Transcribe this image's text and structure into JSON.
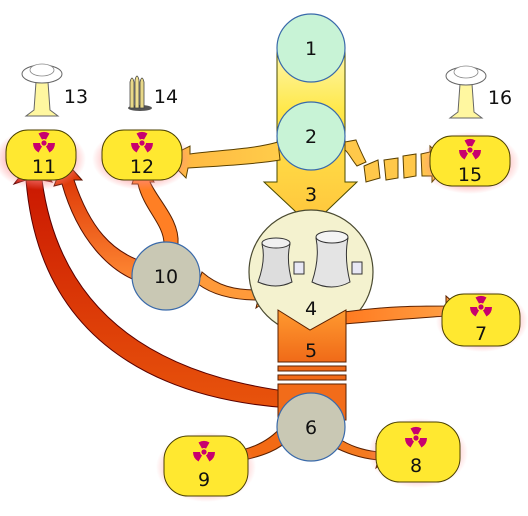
{
  "diagram": {
    "nodes": {
      "n1": {
        "label": "1"
      },
      "n2": {
        "label": "2"
      },
      "n3": {
        "label": "3"
      },
      "n4": {
        "label": "4"
      },
      "n5": {
        "label": "5"
      },
      "n6": {
        "label": "6"
      },
      "n7": {
        "label": "7"
      },
      "n8": {
        "label": "8"
      },
      "n9": {
        "label": "9"
      },
      "n10": {
        "label": "10"
      },
      "n11": {
        "label": "11"
      },
      "n12": {
        "label": "12"
      },
      "n13": {
        "label": "13"
      },
      "n14": {
        "label": "14"
      },
      "n15": {
        "label": "15"
      },
      "n16": {
        "label": "16"
      }
    },
    "icons": {
      "radiation": "radiation-trefoil-icon",
      "mushroom_cloud": "mushroom-cloud-icon",
      "fuel_rods": "fuel-rods-icon",
      "reactor": "cooling-towers-icon"
    },
    "colors": {
      "pale_yellow": "#fdf6a8",
      "yellow": "#ffe94a",
      "light_orange": "#ffc24a",
      "orange": "#ff8a2a",
      "dark_orange": "#ef5a10",
      "red": "#cc1a00",
      "green_node": "#c8f3d6",
      "grey_node": "#c9c8b4",
      "radiation_magenta": "#c8006e",
      "reactor_bg": "#f4f2cf"
    }
  }
}
